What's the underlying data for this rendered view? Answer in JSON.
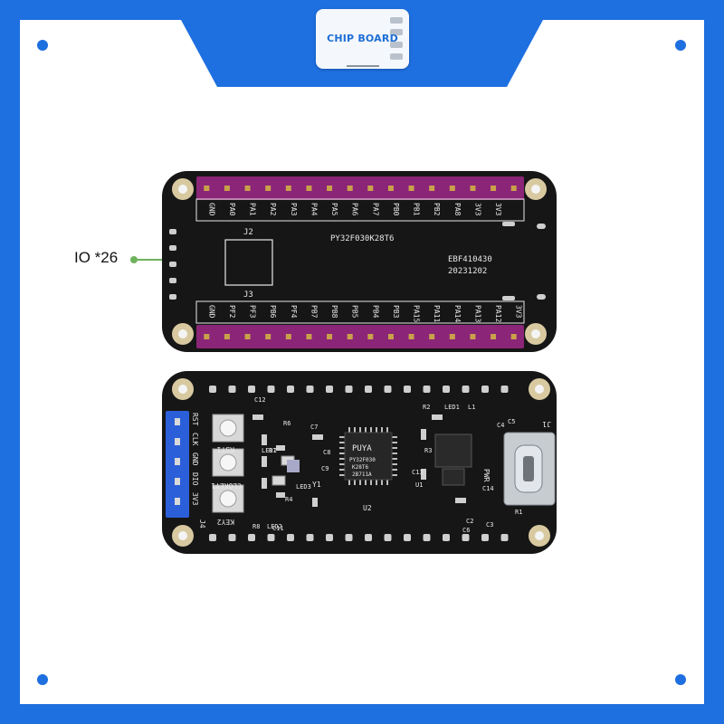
{
  "theme": {
    "frame_blue": "#1e6fe0",
    "background": "#ffffff",
    "pcb_black": "#161616",
    "header_magenta": "#8b2577",
    "silk_white": "#e8e8e8",
    "annotation_green": "#6fb25c",
    "gold": "#d8c9a0"
  },
  "logo": {
    "text": "CHIP BOARD"
  },
  "annotation": {
    "label": "IO *26"
  },
  "top_board": {
    "chip_label": "PY32F030K28T6",
    "date_code_1": "EBF410430",
    "date_code_2": "20231202",
    "j2_label": "J2",
    "j3_label": "J3",
    "top_pins": [
      "GND",
      "PA0",
      "PA1",
      "PA2",
      "PA3",
      "PA4",
      "PA5",
      "PA6",
      "PA7",
      "PB0",
      "PB1",
      "PB2",
      "PA8",
      "3V3",
      "3V3"
    ],
    "bottom_pins": [
      "GND",
      "PF2",
      "PF3",
      "PB6",
      "PF4",
      "PB7",
      "PB8",
      "PB5",
      "PB4",
      "PB3",
      "PA15",
      "PA11",
      "PA14",
      "PA13",
      "PA12",
      "3V3"
    ]
  },
  "bottom_board": {
    "header_labels": [
      "RST",
      "CLK",
      "GND",
      "DIO",
      "3V3"
    ],
    "j4_label": "J4",
    "button_labels": [
      "RST1",
      "CLOKEY1",
      "KEY2"
    ],
    "mcu_logo": "PUYA",
    "mcu_lines": [
      "PY32F030",
      "K28T6",
      "2B711A"
    ],
    "u2_label": "U2",
    "y1_label": "Y1",
    "usb_label": "J1",
    "pwr_label": "PWR",
    "led_labels": [
      "LED1",
      "LED2",
      "LED3"
    ],
    "part_labels": [
      "C12",
      "R6",
      "C7",
      "C8",
      "C9",
      "R7",
      "R4",
      "R8",
      "C11",
      "R2",
      "LED1",
      "L1",
      "C4",
      "C5",
      "R3",
      "U1",
      "C13",
      "C14",
      "C3",
      "C2",
      "C6",
      "R1"
    ]
  }
}
